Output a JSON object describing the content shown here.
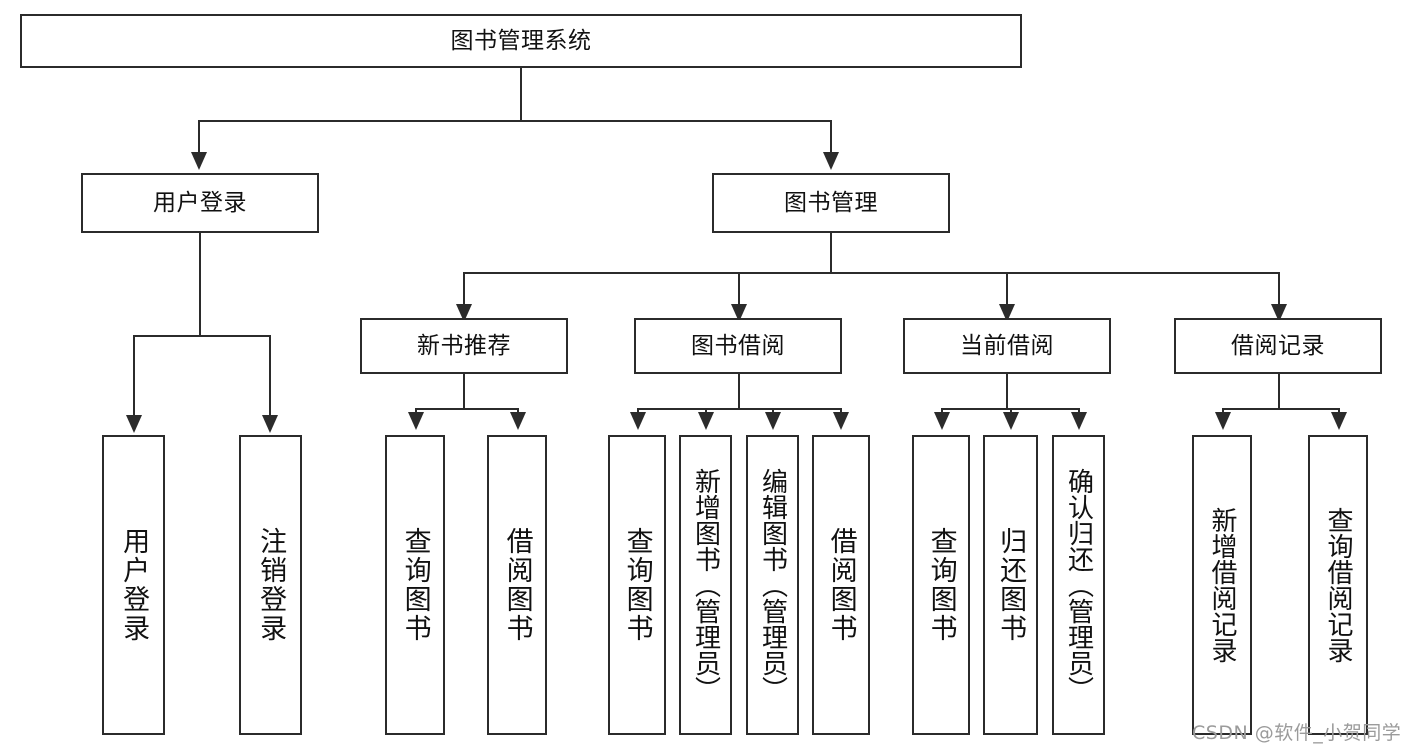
{
  "diagram": {
    "type": "tree-hierarchy-chart",
    "title_text": "图书管理系统",
    "watermark": "CSDN @软件_小贺同学",
    "nodes": {
      "root": "图书管理系统",
      "level2": {
        "user_login": "用户登录",
        "book_management": "图书管理"
      },
      "level3": {
        "new_book_recommend": "新书推荐",
        "book_borrow": "图书借阅",
        "current_borrow": "当前借阅",
        "borrow_record": "借阅记录"
      },
      "leaves": {
        "user_login_1": "用户登录",
        "user_login_2": "注销登录",
        "new_book_1": "查询图书",
        "new_book_2": "借阅图书",
        "borrow_1": "查询图书",
        "borrow_2": "新增图书（管理员）",
        "borrow_3": "编辑图书（管理员）",
        "borrow_4": "借阅图书",
        "current_1": "查询图书",
        "current_2": "归还图书",
        "current_3": "确认归还（管理员）",
        "record_1": "新增借阅记录",
        "record_2": "查询借阅记录"
      }
    },
    "colors": {
      "stroke": "#2b2b2b",
      "fill": "#ffffff",
      "text": "#111111",
      "watermark": "#9b9b9b"
    }
  }
}
